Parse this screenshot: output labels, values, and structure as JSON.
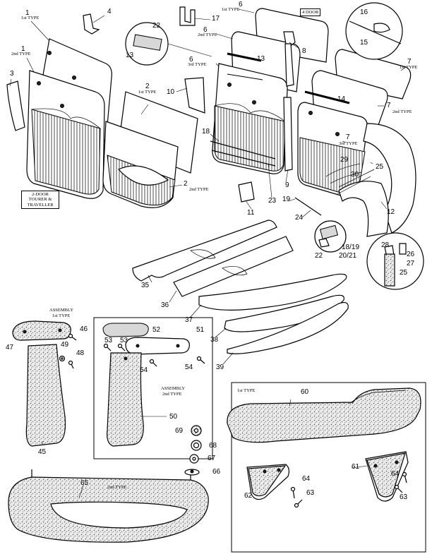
{
  "callouts": {
    "c1a": "1",
    "c1b": "1",
    "c2a": "2",
    "c2b": "2",
    "c3": "3",
    "c4": "4",
    "c6a": "6",
    "c6b": "6",
    "c6c": "6",
    "c7a": "7",
    "c7b": "7",
    "c7c": "7",
    "c8": "8",
    "c9": "9",
    "c10": "10",
    "c11": "11",
    "c12": "12",
    "c13a": "13",
    "c13b": "13",
    "c14": "14",
    "c15": "15",
    "c16": "16",
    "c17": "17",
    "c18": "18",
    "c19": "19",
    "c18_19": "18/19",
    "c20_21": "20/21",
    "c22a": "22",
    "c22b": "22",
    "c23": "23",
    "c24": "24",
    "c25a": "25",
    "c25b": "25",
    "c26": "26",
    "c27": "27",
    "c28": "28",
    "c29": "29",
    "c30": "30",
    "c35": "35",
    "c36": "36",
    "c37": "37",
    "c38": "38",
    "c39": "39",
    "c45": "45",
    "c46": "46",
    "c47": "47",
    "c48": "48",
    "c49": "49",
    "c50": "50",
    "c51": "51",
    "c52": "52",
    "c53a": "53",
    "c53b": "53",
    "c54a": "54",
    "c54b": "54",
    "c60": "60",
    "c61": "61",
    "c62": "62",
    "c63a": "63",
    "c63b": "63",
    "c64a": "64",
    "c64b": "64",
    "c65": "65",
    "c66": "66",
    "c67": "67",
    "c68": "68",
    "c69": "69"
  },
  "types": {
    "t1a": "1st TYPE",
    "t1b": "2nd TYPE",
    "t2a": "1st TYPE",
    "t2b": "2nd TYPE",
    "t6a": "1st TYPE",
    "t6b": "2nd TYPE",
    "t6c": "3rd TYPE",
    "t7a": "1st TYPE",
    "t7b": "2nd TYPE",
    "t7c": "3rd TYPE",
    "asm1_line1": "ASSEMBLY",
    "asm1_line2": "1st TYPE",
    "asm2_line1": "ASSEMBLY",
    "asm2_line2": "2nd TYPE",
    "armrest_type1": "1st TYPE",
    "grab_type2": "2nd TYPE"
  },
  "boxes": {
    "four_door": "4 DOOR",
    "two_door_l1": "2-DOOR",
    "two_door_l2": "TOURER &",
    "two_door_l3": "TRAVELLER"
  }
}
